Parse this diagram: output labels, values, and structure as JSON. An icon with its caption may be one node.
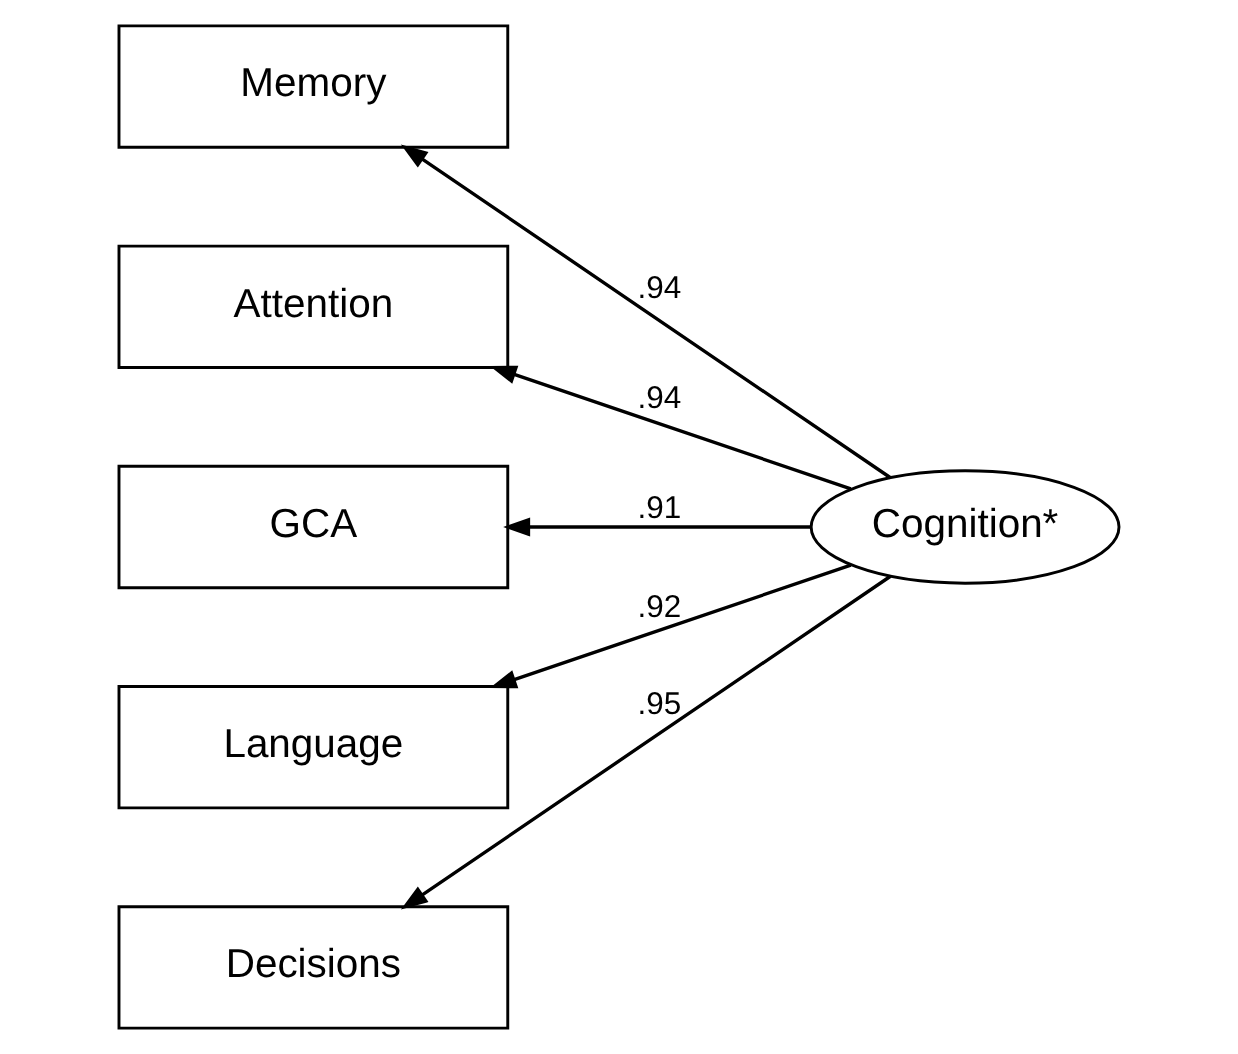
{
  "diagram": {
    "nodes": [
      {
        "text": [
          "Memory"
        ]
      },
      {
        "text": [
          "Attention"
        ]
      },
      {
        "text": [
          "GCA"
        ]
      },
      {
        "text": [
          "Language"
        ]
      },
      {
        "text": [
          "Decisions"
        ]
      },
      {
        "text": [
          "Cognition*"
        ]
      }
    ],
    "edges": [
      {
        "from": 5,
        "to": 0,
        "arrow": "to",
        "label": ".94"
      },
      {
        "from": 5,
        "to": 1,
        "arrow": "to",
        "label": ".94"
      },
      {
        "from": 5,
        "to": 2,
        "arrow": "to",
        "label": ".91"
      },
      {
        "from": 5,
        "to": 3,
        "arrow": "to",
        "label": ".92"
      },
      {
        "from": 5,
        "to": 4,
        "arrow": "to",
        "label": ".95"
      }
    ]
  }
}
